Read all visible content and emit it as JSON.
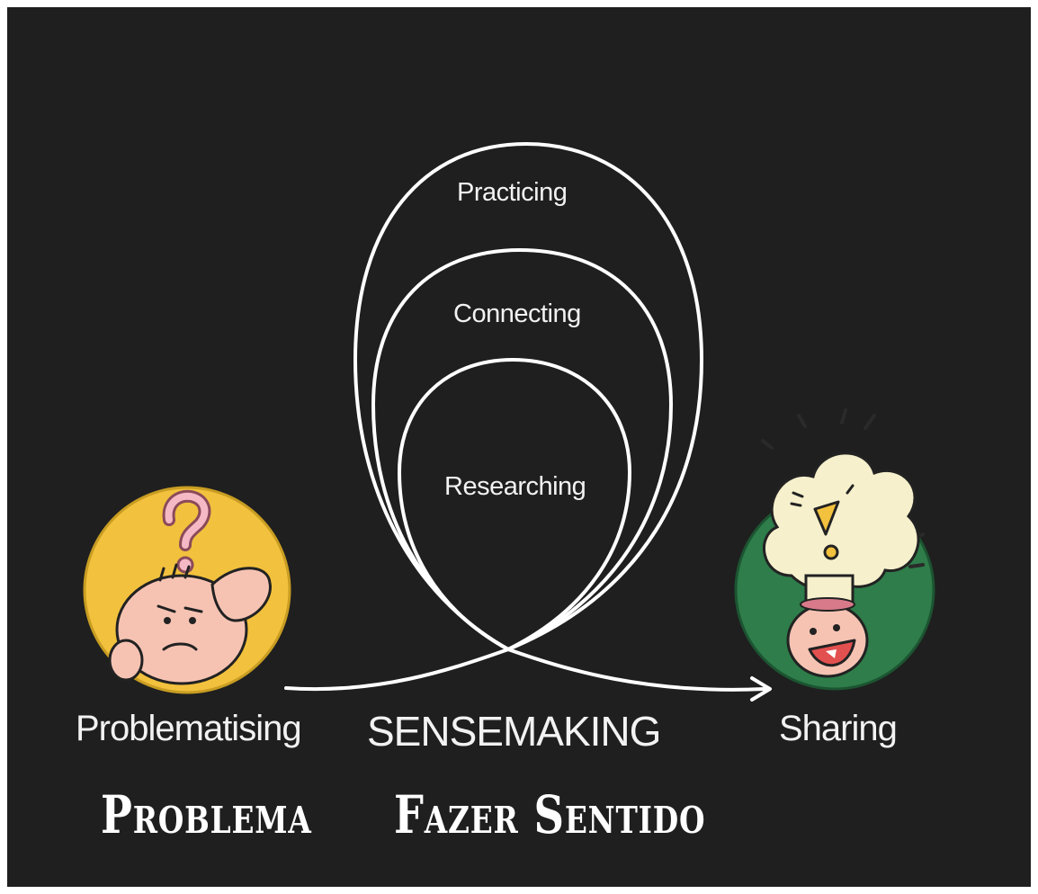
{
  "loops": {
    "outer": "Practicing",
    "middle": "Connecting",
    "inner": "Researching"
  },
  "stages": {
    "start": "Problematising",
    "center": "SENSEMAKING",
    "end": "Sharing"
  },
  "translations": {
    "start": "Problema",
    "center": "Fazer Sentido"
  },
  "colors": {
    "background": "#1f1f1f",
    "problem_circle": "#f2c13d",
    "sharing_circle": "#2e7d4a",
    "lines": "#ffffff"
  },
  "icons": {
    "start": "confused-person-icon",
    "end": "lightbulb-head-icon"
  }
}
